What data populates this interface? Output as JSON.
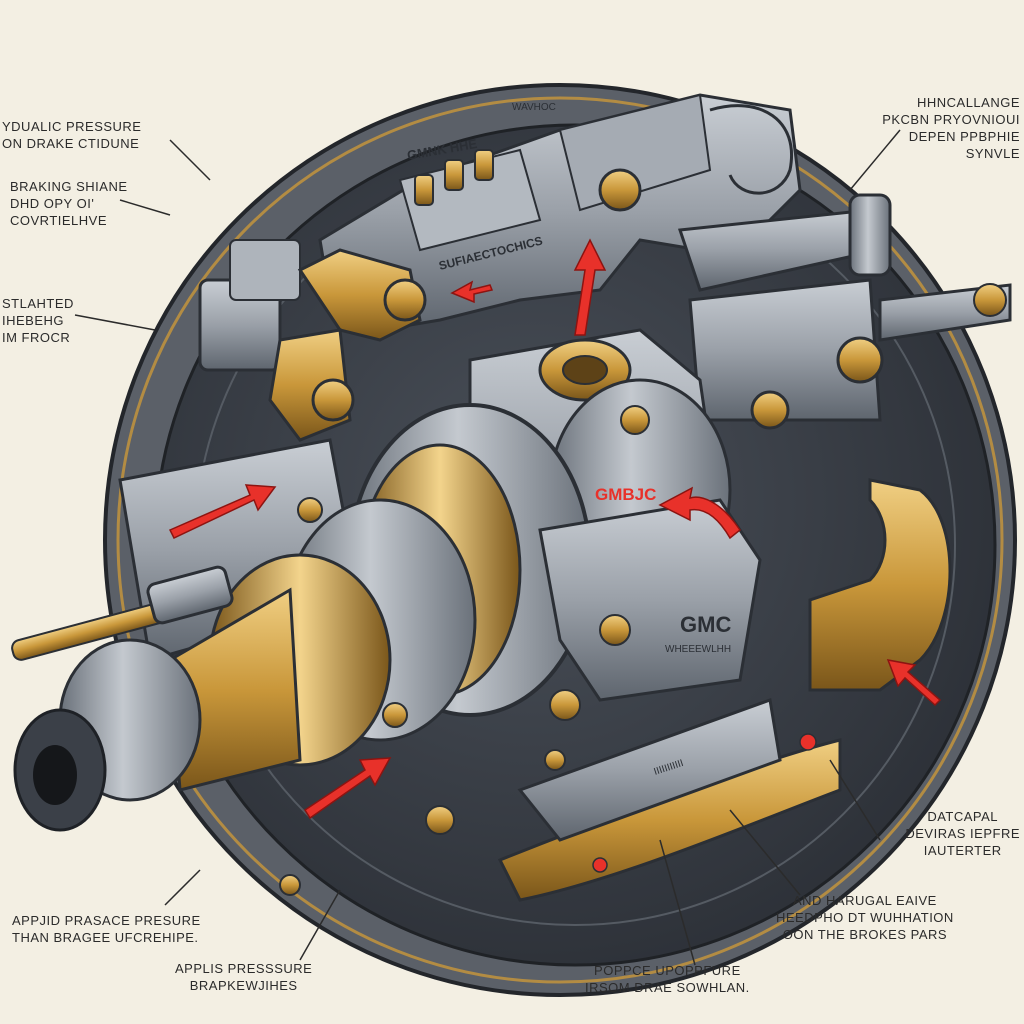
{
  "callouts": {
    "hydraulic": [
      "YDUALIC PRESSURE",
      "ON DRAKE CTIDUNE"
    ],
    "braking": [
      "BRAKING SHIANE",
      "DHD OPY OI'",
      "COVRTIELHVE"
    ],
    "slanted": [
      "STLAHTED",
      "IHEBEHG",
      "IM FROCR"
    ],
    "top_right": [
      "HHNCALLANGE",
      "PKCBN PRYOVNIOUI",
      "DEPEN PPBPHIE",
      "SYNVLE"
    ],
    "right_mid": [
      "DATCAPAL",
      "DEVIRAS IEPFRE",
      "IAUTERTER"
    ],
    "bottom_left": [
      "APPJID  PRASACE PRESURE",
      "THAN BRAGEE UFCREHIPE."
    ],
    "bottom_center_left": [
      "APPLIS PRESSSURE",
      "BRAPKEWJIHES"
    ],
    "bottom_center_right": [
      "POPPCE UPOPPFURE",
      "IRSOM DRAE SOWHLAN."
    ],
    "bottom_right": [
      "AND HARUGAL EAIVE",
      "HEEDPHO DT WUHHATION",
      "OON THE BROKES PARS"
    ]
  },
  "part_labels": {
    "top_plate": "GMNK HHE",
    "top_stamp": "WAVHOC",
    "top_bar": "SUFIAECTOCHICS",
    "center_logo": "GMBJC",
    "side_logo": "GMC",
    "side_sub": "WHEEEWLHH",
    "pad_mark": "IIIIIIIIIII"
  },
  "colors": {
    "background": "#f3efe3",
    "backing_plate": "#3a3f47",
    "steel": "#9aa0a8",
    "steel_dark": "#6c737c",
    "brass": "#c9973a",
    "brass_dark": "#8a6420",
    "arrow": "#e8312a",
    "ink": "#2b2b2b"
  },
  "icons": [
    "red-arrow-icon"
  ]
}
